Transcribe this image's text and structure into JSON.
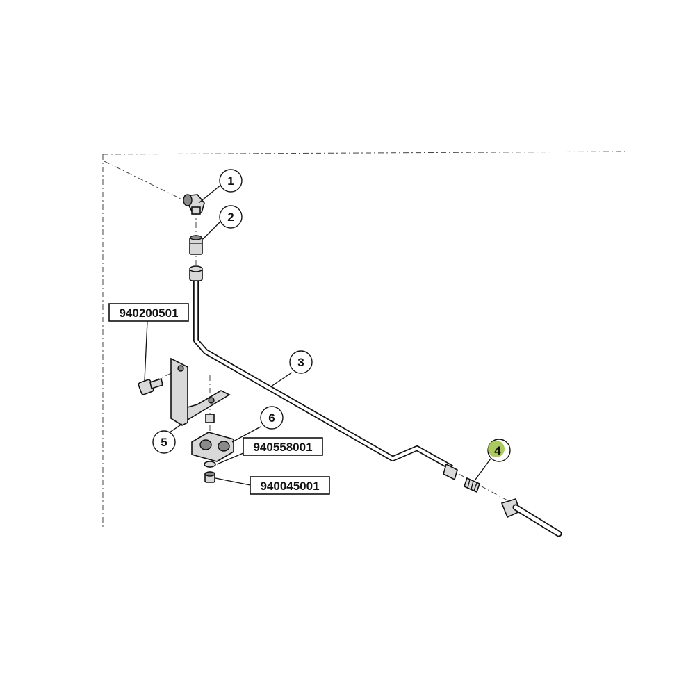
{
  "colors": {
    "highlight": "#9dbf45",
    "line": "#111111",
    "part_fill": "#d9d9d9"
  },
  "callouts": {
    "c1": "1",
    "c2": "2",
    "c3": "3",
    "c4": "4",
    "c5": "5",
    "c6": "6"
  },
  "part_numbers": {
    "bolt": "940200501",
    "washer": "940558001",
    "screw": "940045001"
  }
}
